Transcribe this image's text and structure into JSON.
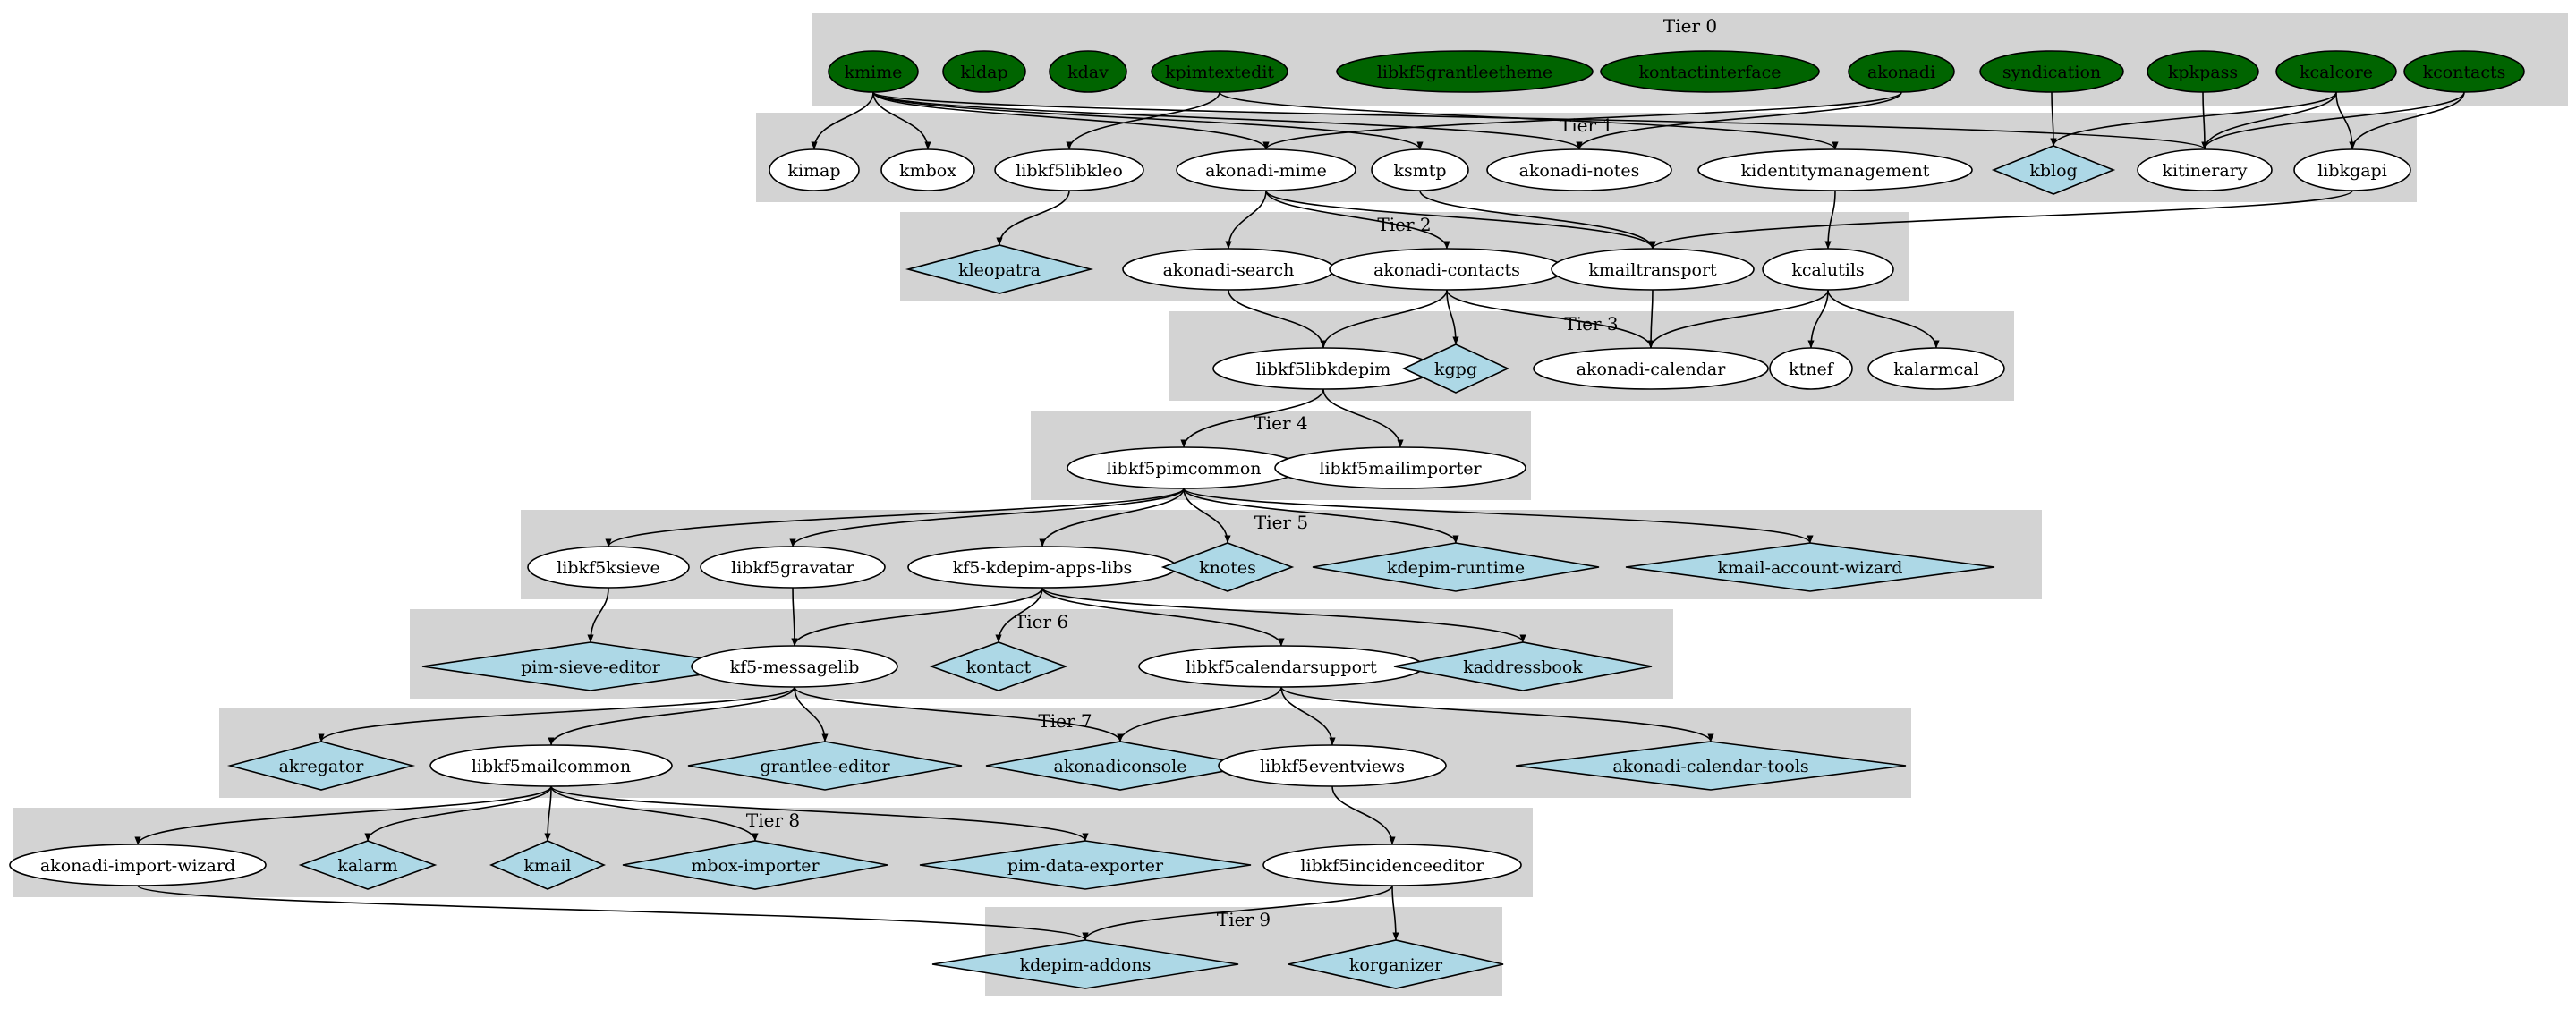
{
  "colors": {
    "tier0_fill": "#006400",
    "app_fill": "#add8e6",
    "lib_fill": "#ffffff",
    "cluster_fill": "#d3d3d3"
  },
  "tiers": [
    {
      "id": "t0",
      "label": "Tier 0"
    },
    {
      "id": "t1",
      "label": "Tier 1"
    },
    {
      "id": "t2",
      "label": "Tier 2"
    },
    {
      "id": "t3",
      "label": "Tier 3"
    },
    {
      "id": "t4",
      "label": "Tier 4"
    },
    {
      "id": "t5",
      "label": "Tier 5"
    },
    {
      "id": "t6",
      "label": "Tier 6"
    },
    {
      "id": "t7",
      "label": "Tier 7"
    },
    {
      "id": "t8",
      "label": "Tier 8"
    },
    {
      "id": "t9",
      "label": "Tier 9"
    }
  ],
  "nodes": [
    {
      "id": "kmime",
      "label": "kmime",
      "kind": "tier0",
      "tier": "t0"
    },
    {
      "id": "kldap",
      "label": "kldap",
      "kind": "tier0",
      "tier": "t0"
    },
    {
      "id": "kdav",
      "label": "kdav",
      "kind": "tier0",
      "tier": "t0"
    },
    {
      "id": "kpimtextedit",
      "label": "kpimtextedit",
      "kind": "tier0",
      "tier": "t0"
    },
    {
      "id": "libkf5grantleetheme",
      "label": "libkf5grantleetheme",
      "kind": "tier0",
      "tier": "t0"
    },
    {
      "id": "kontactinterface",
      "label": "kontactinterface",
      "kind": "tier0",
      "tier": "t0"
    },
    {
      "id": "akonadi",
      "label": "akonadi",
      "kind": "tier0",
      "tier": "t0"
    },
    {
      "id": "syndication",
      "label": "syndication",
      "kind": "tier0",
      "tier": "t0"
    },
    {
      "id": "kpkpass",
      "label": "kpkpass",
      "kind": "tier0",
      "tier": "t0"
    },
    {
      "id": "kcalcore",
      "label": "kcalcore",
      "kind": "tier0",
      "tier": "t0"
    },
    {
      "id": "kcontacts",
      "label": "kcontacts",
      "kind": "tier0",
      "tier": "t0"
    },
    {
      "id": "kimap",
      "label": "kimap",
      "kind": "lib",
      "tier": "t1"
    },
    {
      "id": "kmbox",
      "label": "kmbox",
      "kind": "lib",
      "tier": "t1"
    },
    {
      "id": "libkf5libkleo",
      "label": "libkf5libkleo",
      "kind": "lib",
      "tier": "t1"
    },
    {
      "id": "akonadi-mime",
      "label": "akonadi-mime",
      "kind": "lib",
      "tier": "t1"
    },
    {
      "id": "ksmtp",
      "label": "ksmtp",
      "kind": "lib",
      "tier": "t1"
    },
    {
      "id": "akonadi-notes",
      "label": "akonadi-notes",
      "kind": "lib",
      "tier": "t1"
    },
    {
      "id": "kidentitymanagement",
      "label": "kidentitymanagement",
      "kind": "lib",
      "tier": "t1"
    },
    {
      "id": "kblog",
      "label": "kblog",
      "kind": "app",
      "tier": "t1"
    },
    {
      "id": "kitinerary",
      "label": "kitinerary",
      "kind": "lib",
      "tier": "t1"
    },
    {
      "id": "libkgapi",
      "label": "libkgapi",
      "kind": "lib",
      "tier": "t1"
    },
    {
      "id": "kleopatra",
      "label": "kleopatra",
      "kind": "app",
      "tier": "t2"
    },
    {
      "id": "akonadi-search",
      "label": "akonadi-search",
      "kind": "lib",
      "tier": "t2"
    },
    {
      "id": "akonadi-contacts",
      "label": "akonadi-contacts",
      "kind": "lib",
      "tier": "t2"
    },
    {
      "id": "kmailtransport",
      "label": "kmailtransport",
      "kind": "lib",
      "tier": "t2"
    },
    {
      "id": "kcalutils",
      "label": "kcalutils",
      "kind": "lib",
      "tier": "t2"
    },
    {
      "id": "libkf5libkdepim",
      "label": "libkf5libkdepim",
      "kind": "lib",
      "tier": "t3"
    },
    {
      "id": "kgpg",
      "label": "kgpg",
      "kind": "app",
      "tier": "t3"
    },
    {
      "id": "akonadi-calendar",
      "label": "akonadi-calendar",
      "kind": "lib",
      "tier": "t3"
    },
    {
      "id": "ktnef",
      "label": "ktnef",
      "kind": "lib",
      "tier": "t3"
    },
    {
      "id": "kalarmcal",
      "label": "kalarmcal",
      "kind": "lib",
      "tier": "t3"
    },
    {
      "id": "libkf5pimcommon",
      "label": "libkf5pimcommon",
      "kind": "lib",
      "tier": "t4"
    },
    {
      "id": "libkf5mailimporter",
      "label": "libkf5mailimporter",
      "kind": "lib",
      "tier": "t4"
    },
    {
      "id": "libkf5ksieve",
      "label": "libkf5ksieve",
      "kind": "lib",
      "tier": "t5"
    },
    {
      "id": "libkf5gravatar",
      "label": "libkf5gravatar",
      "kind": "lib",
      "tier": "t5"
    },
    {
      "id": "kf5-kdepim-apps-libs",
      "label": "kf5-kdepim-apps-libs",
      "kind": "lib",
      "tier": "t5"
    },
    {
      "id": "knotes",
      "label": "knotes",
      "kind": "app",
      "tier": "t5"
    },
    {
      "id": "kdepim-runtime",
      "label": "kdepim-runtime",
      "kind": "app",
      "tier": "t5"
    },
    {
      "id": "kmail-account-wizard",
      "label": "kmail-account-wizard",
      "kind": "app",
      "tier": "t5"
    },
    {
      "id": "pim-sieve-editor",
      "label": "pim-sieve-editor",
      "kind": "app",
      "tier": "t6"
    },
    {
      "id": "kf5-messagelib",
      "label": "kf5-messagelib",
      "kind": "lib",
      "tier": "t6"
    },
    {
      "id": "kontact",
      "label": "kontact",
      "kind": "app",
      "tier": "t6"
    },
    {
      "id": "libkf5calendarsupport",
      "label": "libkf5calendarsupport",
      "kind": "lib",
      "tier": "t6"
    },
    {
      "id": "kaddressbook",
      "label": "kaddressbook",
      "kind": "app",
      "tier": "t6"
    },
    {
      "id": "akregator",
      "label": "akregator",
      "kind": "app",
      "tier": "t7"
    },
    {
      "id": "libkf5mailcommon",
      "label": "libkf5mailcommon",
      "kind": "lib",
      "tier": "t7"
    },
    {
      "id": "grantlee-editor",
      "label": "grantlee-editor",
      "kind": "app",
      "tier": "t7"
    },
    {
      "id": "akonadiconsole",
      "label": "akonadiconsole",
      "kind": "app",
      "tier": "t7"
    },
    {
      "id": "libkf5eventviews",
      "label": "libkf5eventviews",
      "kind": "lib",
      "tier": "t7"
    },
    {
      "id": "akonadi-calendar-tools",
      "label": "akonadi-calendar-tools",
      "kind": "app",
      "tier": "t7"
    },
    {
      "id": "akonadi-import-wizard",
      "label": "akonadi-import-wizard",
      "kind": "lib",
      "tier": "t8"
    },
    {
      "id": "kalarm",
      "label": "kalarm",
      "kind": "app",
      "tier": "t8"
    },
    {
      "id": "kmail",
      "label": "kmail",
      "kind": "app",
      "tier": "t8"
    },
    {
      "id": "mbox-importer",
      "label": "mbox-importer",
      "kind": "app",
      "tier": "t8"
    },
    {
      "id": "pim-data-exporter",
      "label": "pim-data-exporter",
      "kind": "app",
      "tier": "t8"
    },
    {
      "id": "libkf5incidenceeditor",
      "label": "libkf5incidenceeditor",
      "kind": "lib",
      "tier": "t8"
    },
    {
      "id": "kdepim-addons",
      "label": "kdepim-addons",
      "kind": "app",
      "tier": "t9"
    },
    {
      "id": "korganizer",
      "label": "korganizer",
      "kind": "app",
      "tier": "t9"
    }
  ],
  "edges": [
    [
      "kmime",
      "kimap"
    ],
    [
      "kmime",
      "kmbox"
    ],
    [
      "kmime",
      "akonadi-mime"
    ],
    [
      "kmime",
      "ksmtp"
    ],
    [
      "kmime",
      "akonadi-notes"
    ],
    [
      "kmime",
      "kitinerary"
    ],
    [
      "kpimtextedit",
      "libkf5libkleo"
    ],
    [
      "kpimtextedit",
      "kidentitymanagement"
    ],
    [
      "akonadi",
      "akonadi-mime"
    ],
    [
      "akonadi",
      "akonadi-notes"
    ],
    [
      "syndication",
      "kblog"
    ],
    [
      "kpkpass",
      "kitinerary"
    ],
    [
      "kcalcore",
      "kblog"
    ],
    [
      "kcalcore",
      "kitinerary"
    ],
    [
      "kcalcore",
      "libkgapi"
    ],
    [
      "kcontacts",
      "kitinerary"
    ],
    [
      "kcontacts",
      "libkgapi"
    ],
    [
      "libkf5libkleo",
      "kleopatra"
    ],
    [
      "akonadi-mime",
      "akonadi-search"
    ],
    [
      "akonadi-mime",
      "akonadi-contacts"
    ],
    [
      "akonadi-mime",
      "kmailtransport"
    ],
    [
      "ksmtp",
      "kmailtransport"
    ],
    [
      "libkgapi",
      "kmailtransport"
    ],
    [
      "kidentitymanagement",
      "kcalutils"
    ],
    [
      "akonadi-search",
      "libkf5libkdepim"
    ],
    [
      "akonadi-contacts",
      "libkf5libkdepim"
    ],
    [
      "akonadi-contacts",
      "kgpg"
    ],
    [
      "akonadi-contacts",
      "akonadi-calendar"
    ],
    [
      "kmailtransport",
      "akonadi-calendar"
    ],
    [
      "kcalutils",
      "akonadi-calendar"
    ],
    [
      "kcalutils",
      "ktnef"
    ],
    [
      "kcalutils",
      "kalarmcal"
    ],
    [
      "libkf5libkdepim",
      "libkf5pimcommon"
    ],
    [
      "libkf5libkdepim",
      "libkf5mailimporter"
    ],
    [
      "libkf5pimcommon",
      "libkf5ksieve"
    ],
    [
      "libkf5pimcommon",
      "libkf5gravatar"
    ],
    [
      "libkf5pimcommon",
      "kf5-kdepim-apps-libs"
    ],
    [
      "libkf5pimcommon",
      "knotes"
    ],
    [
      "libkf5pimcommon",
      "kdepim-runtime"
    ],
    [
      "libkf5pimcommon",
      "kmail-account-wizard"
    ],
    [
      "libkf5ksieve",
      "pim-sieve-editor"
    ],
    [
      "libkf5gravatar",
      "kf5-messagelib"
    ],
    [
      "kf5-kdepim-apps-libs",
      "kf5-messagelib"
    ],
    [
      "kf5-kdepim-apps-libs",
      "kontact"
    ],
    [
      "kf5-kdepim-apps-libs",
      "libkf5calendarsupport"
    ],
    [
      "kf5-kdepim-apps-libs",
      "kaddressbook"
    ],
    [
      "kf5-messagelib",
      "akregator"
    ],
    [
      "kf5-messagelib",
      "libkf5mailcommon"
    ],
    [
      "kf5-messagelib",
      "grantlee-editor"
    ],
    [
      "kf5-messagelib",
      "akonadiconsole"
    ],
    [
      "libkf5calendarsupport",
      "akonadiconsole"
    ],
    [
      "libkf5calendarsupport",
      "libkf5eventviews"
    ],
    [
      "libkf5calendarsupport",
      "akonadi-calendar-tools"
    ],
    [
      "libkf5mailcommon",
      "akonadi-import-wizard"
    ],
    [
      "libkf5mailcommon",
      "kalarm"
    ],
    [
      "libkf5mailcommon",
      "kmail"
    ],
    [
      "libkf5mailcommon",
      "mbox-importer"
    ],
    [
      "libkf5mailcommon",
      "pim-data-exporter"
    ],
    [
      "libkf5eventviews",
      "libkf5incidenceeditor"
    ],
    [
      "akonadi-import-wizard",
      "kdepim-addons"
    ],
    [
      "libkf5incidenceeditor",
      "kdepim-addons"
    ],
    [
      "libkf5incidenceeditor",
      "korganizer"
    ]
  ]
}
